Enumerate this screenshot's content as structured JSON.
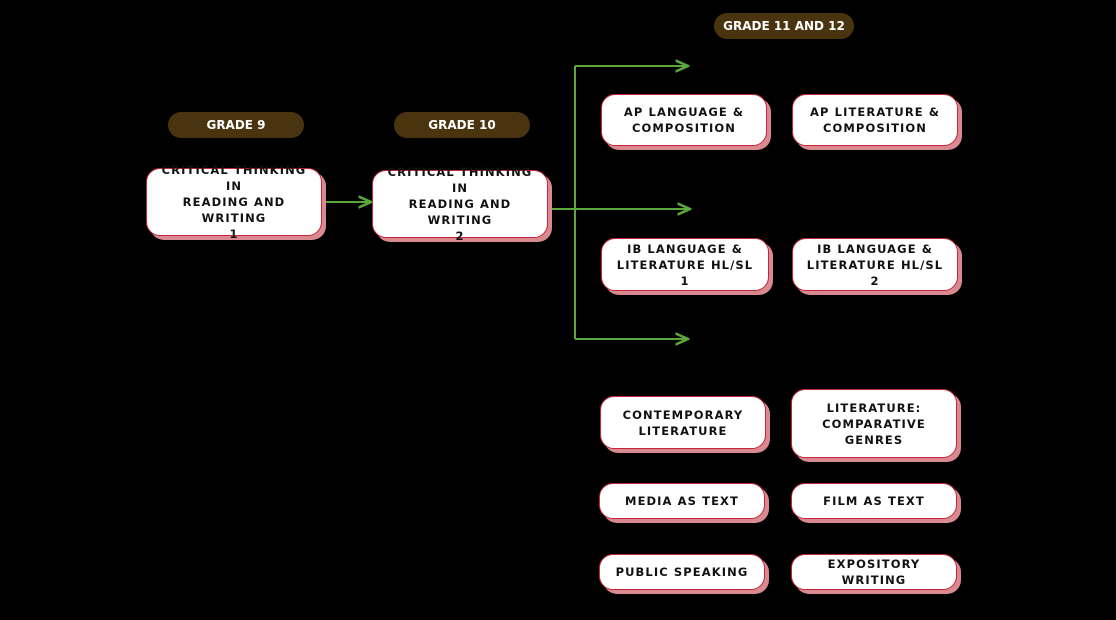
{
  "colors": {
    "background": "#000000",
    "grade_pill": "#4a3410",
    "card_border": "#c7243a",
    "card_shadow": "#d98a90",
    "arrow": "#5aa73c"
  },
  "grades": {
    "g9": "GRADE 9",
    "g10": "GRADE 10",
    "g11_12": "GRADE 11 AND 12"
  },
  "courses": {
    "ctrw1": "CRITICAL THINKING IN\nREADING AND WRITING\n1",
    "ctrw2": "CRITICAL THINKING IN\nREADING AND WRITING\n2",
    "ap_lang": "AP LANGUAGE &\nCOMPOSITION",
    "ap_lit": "AP LITERATURE &\nCOMPOSITION",
    "ib_1": "IB LANGUAGE &\nLITERATURE HL/SL 1",
    "ib_2": "IB LANGUAGE &\nLITERATURE HL/SL 2",
    "contemporary": "CONTEMPORARY\nLITERATURE",
    "comparative": "LITERATURE:\nCOMPARATIVE\nGENRES",
    "media": "MEDIA AS TEXT",
    "film": "FILM AS TEXT",
    "speaking": "PUBLIC SPEAKING",
    "expository": "EXPOSITORY WRITING"
  }
}
